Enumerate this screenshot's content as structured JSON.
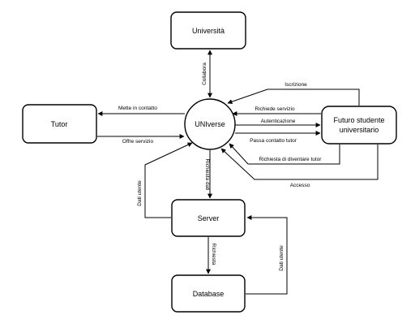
{
  "nodes": {
    "universita": "Università",
    "tutor": "Tutor",
    "universe": "UNIverse",
    "futuro_line1": "Futuro studente",
    "futuro_line2": "universitario",
    "server": "Server",
    "database": "Database"
  },
  "edges": {
    "collabora": "Collabora",
    "mette_in_contatto": "Mette in contatto",
    "offre_servizio": "Offre servizio",
    "iscrizione": "Iscrizione",
    "richiede_servizio": "Richiede servizio",
    "autenticazione": "Autenticazione",
    "passa_contatto_tutor": "Passa contatto tutor",
    "richiesta_diventare_tutor": "Richiesta di diventare tutor",
    "accesso": "Accesso",
    "richiesta_dati": "Richiesta dati",
    "dati_utente_left": "Dati utente",
    "richiesta": "Richiesta",
    "dati_utente_right": "Dati utente"
  }
}
